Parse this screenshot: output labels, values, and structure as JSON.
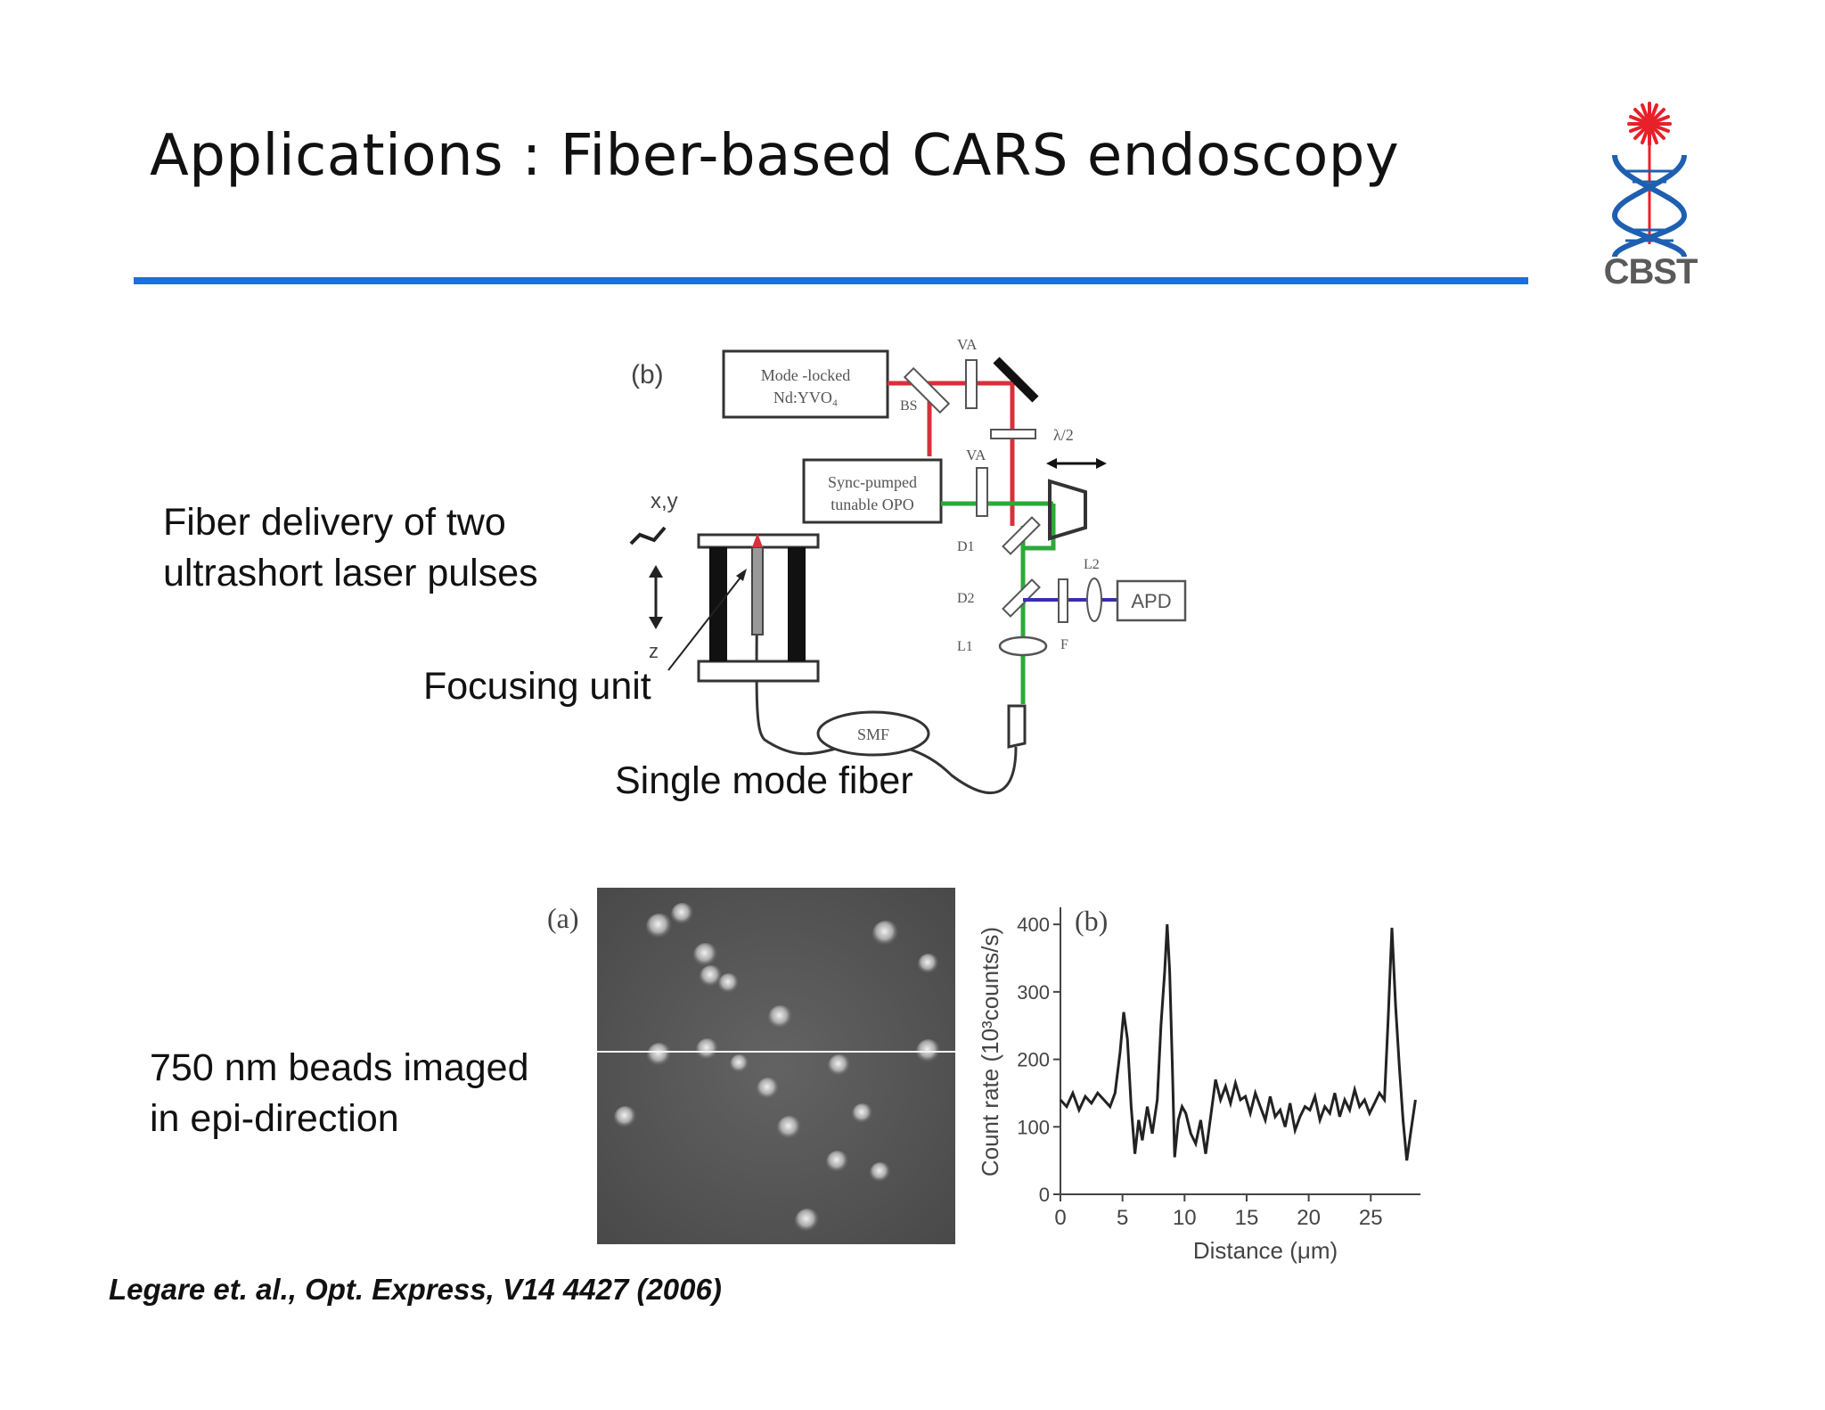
{
  "title": "Applications : Fiber-based CARS endoscopy",
  "logo": {
    "text": "CBST",
    "colors": {
      "star": "#e8202a",
      "helix": "#1f5fb0",
      "text": "#5a5a5a"
    }
  },
  "accent_color": "#1c6fe0",
  "captions": {
    "delivery": [
      "Fiber delivery of two",
      "ultrashort laser pulses"
    ],
    "focusing_unit": "Focusing unit",
    "single_mode_fiber": "Single mode fiber",
    "beads": [
      "750 nm beads imaged",
      "in epi-direction"
    ]
  },
  "setup_diagram": {
    "panel_label": "(b)",
    "laser_box": [
      "Mode -locked",
      "Nd:YVO₄"
    ],
    "opo_box": [
      "Sync-pumped",
      "tunable OPO"
    ],
    "labels": {
      "bs": "BS",
      "va_top": "VA",
      "va_mid": "VA",
      "half_wave": "λ/2",
      "d1": "D1",
      "d2": "D2",
      "l1": "L1",
      "l2": "L2",
      "f": "F",
      "apd": "APD",
      "smf": "SMF",
      "xy": "x,y",
      "z": "z"
    }
  },
  "bead_image": {
    "panel_label": "(a)"
  },
  "chart_data": {
    "type": "line",
    "panel_label": "(b)",
    "xlabel": "Distance (μm)",
    "ylabel": "Count rate (10³counts/s)",
    "xlim": [
      0,
      29
    ],
    "ylim": [
      0,
      420
    ],
    "xticks": [
      0,
      5,
      10,
      15,
      20,
      25
    ],
    "yticks": [
      0,
      100,
      200,
      300,
      400
    ],
    "series": [
      {
        "x": [
          0,
          0.5,
          1,
          1.5,
          2,
          2.5,
          3,
          3.5,
          4,
          4.4,
          4.8,
          5.1,
          5.4,
          5.7,
          6,
          6.3,
          6.6,
          7,
          7.4,
          7.8,
          8.1,
          8.4,
          8.6,
          8.8,
          9.0,
          9.2,
          9.5,
          9.8,
          10.1,
          10.5,
          10.9,
          11.3,
          11.7,
          12.1,
          12.5,
          12.9,
          13.3,
          13.7,
          14.1,
          14.5,
          14.9,
          15.3,
          15.7,
          16.1,
          16.5,
          16.9,
          17.3,
          17.7,
          18.1,
          18.5,
          18.9,
          19.3,
          19.7,
          20.1,
          20.5,
          20.9,
          21.3,
          21.7,
          22.1,
          22.5,
          22.9,
          23.3,
          23.7,
          24.1,
          24.5,
          24.9,
          25.3,
          25.7,
          26.1,
          26.4,
          26.7,
          27.0,
          27.3,
          27.6,
          27.9,
          28.2,
          28.6
        ],
        "y": [
          140,
          130,
          150,
          125,
          145,
          135,
          150,
          140,
          130,
          150,
          210,
          270,
          230,
          130,
          60,
          110,
          80,
          130,
          90,
          140,
          250,
          330,
          400,
          330,
          200,
          55,
          110,
          130,
          120,
          90,
          75,
          110,
          60,
          115,
          170,
          140,
          160,
          135,
          165,
          140,
          145,
          120,
          150,
          130,
          110,
          145,
          115,
          125,
          100,
          135,
          95,
          115,
          130,
          125,
          145,
          110,
          130,
          120,
          150,
          115,
          140,
          125,
          155,
          130,
          140,
          120,
          135,
          150,
          140,
          260,
          395,
          280,
          190,
          110,
          50,
          90,
          140
        ]
      }
    ]
  }
}
